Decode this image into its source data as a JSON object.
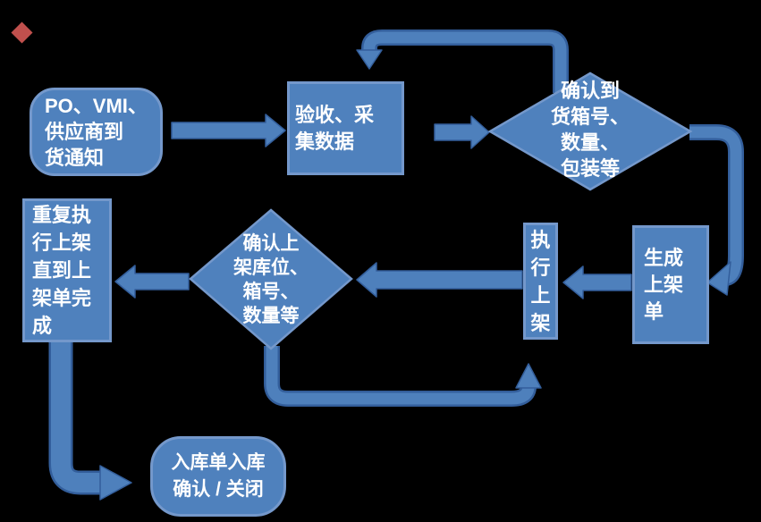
{
  "theme": {
    "background": "#000000",
    "shape_fill": "#4f81bd",
    "shape_border": "#7498cb",
    "arrow_fill": "#4e80bc",
    "arrow_border": "#335e9b",
    "text_color": "#ffffff",
    "marker_color": "#c0504d"
  },
  "nodes": {
    "po_notice": {
      "lines": [
        "PO、VMI、",
        "供应商到",
        "货通知"
      ]
    },
    "receive_collect": {
      "lines": [
        "验收、采",
        "集数据"
      ]
    },
    "confirm_arrival": {
      "lines": [
        "确认到",
        "货箱号、",
        "数量、",
        "包装等"
      ]
    },
    "generate_putaway_order": {
      "lines": [
        "生成",
        "上架",
        "单"
      ]
    },
    "execute_putaway": {
      "lines": [
        "执",
        "行",
        "上",
        "架"
      ]
    },
    "confirm_putaway": {
      "lines": [
        "确认上",
        "架库位、",
        "箱号、",
        "数量等"
      ]
    },
    "repeat_putaway": {
      "lines": [
        "重复执",
        "行上架",
        "直到上",
        "架单完",
        "成"
      ]
    },
    "inbound_confirm_close": {
      "lines": [
        "入库单入库",
        "确认 / 关闭"
      ]
    }
  }
}
